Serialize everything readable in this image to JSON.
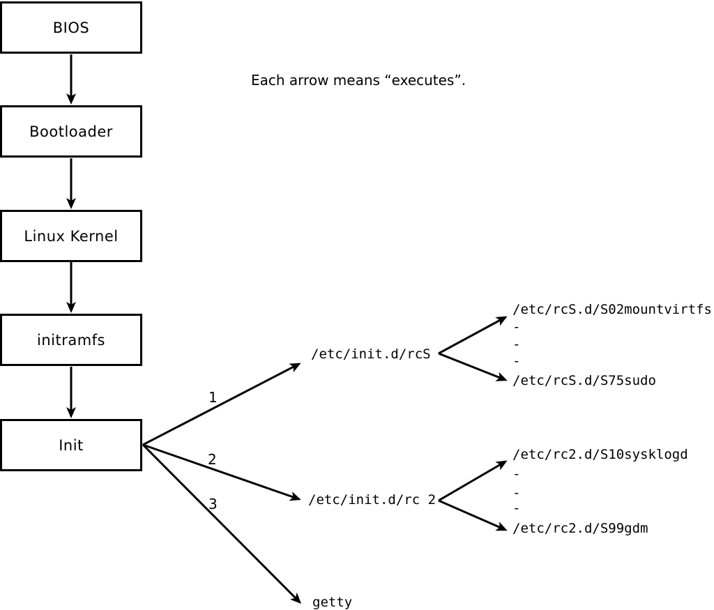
{
  "note": {
    "text": "Each arrow means “executes”."
  },
  "boot_chain": {
    "bios": "BIOS",
    "bootloader": "Bootloader",
    "kernel": "Linux Kernel",
    "initramfs": "initramfs",
    "init": "Init"
  },
  "init_targets": {
    "rcs": {
      "order": "1",
      "label": "/etc/init.d/rcS"
    },
    "rc2": {
      "order": "2",
      "label": "/etc/init.d/rc 2"
    },
    "getty": {
      "order": "3",
      "label": "getty"
    }
  },
  "rcs_scripts": {
    "first": "/etc/rcS.d/S02mountvirtfs",
    "ellipsis": [
      "-",
      "-",
      "-"
    ],
    "last": "/etc/rcS.d/S75sudo"
  },
  "rc2_scripts": {
    "first": "/etc/rc2.d/S10sysklogd",
    "ellipsis": [
      "-",
      "-",
      "-"
    ],
    "last": "/etc/rc2.d/S99gdm"
  },
  "colors": {
    "ink": "#000000",
    "background": "#ffffff"
  }
}
